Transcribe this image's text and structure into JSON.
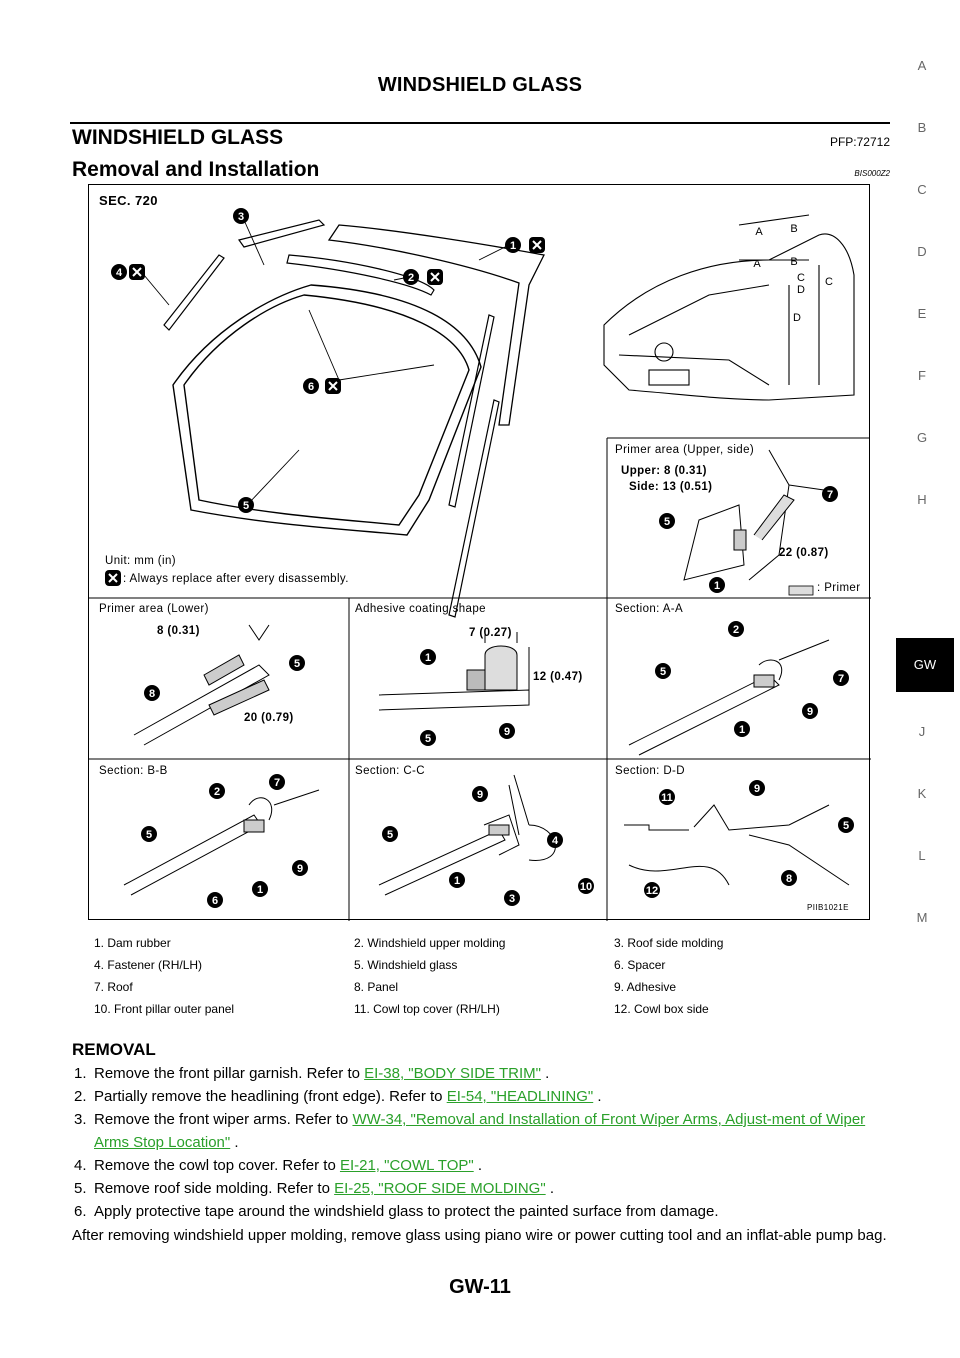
{
  "header": {
    "title": "WINDSHIELD GLASS"
  },
  "section": {
    "title": "WINDSHIELD GLASS",
    "pfp": "PFP:72712"
  },
  "subsection": {
    "title": "Removal and Installation",
    "code": "BIS000Z2"
  },
  "side_tabs": [
    "A",
    "B",
    "C",
    "D",
    "E",
    "F",
    "G",
    "H",
    "GW",
    "J",
    "K",
    "L",
    "M"
  ],
  "active_tab": "GW",
  "figure": {
    "sec": "SEC. 720",
    "unit": "Unit: mm (in)",
    "replace_note": ": Always replace after every disassembly.",
    "primer_upper_title": "Primer area (Upper, side)",
    "primer_upper_dim1": "Upper: 8 (0.31)",
    "primer_upper_dim2": "Side: 13 (0.51)",
    "primer_upper_dim3": "22 (0.87)",
    "primer_key": ": Primer",
    "primer_lower_title": "Primer area (Lower)",
    "primer_lower_dim1": "8 (0.31)",
    "primer_lower_dim2": "20 (0.79)",
    "adhesive_title": "Adhesive coating shape",
    "adhesive_dim1": "7 (0.27)",
    "adhesive_dim2": "12 (0.47)",
    "section_aa": "Section: A-A",
    "section_bb": "Section: B-B",
    "section_cc": "Section: C-C",
    "section_dd": "Section: D-D",
    "fig_code": "PIIB1021E",
    "car_labels": [
      "A",
      "B",
      "A",
      "B",
      "C",
      "D",
      "C",
      "D"
    ]
  },
  "legend": [
    [
      "1.   Dam rubber",
      "2.   Windshield upper molding",
      "3.   Roof side molding"
    ],
    [
      "4.   Fastener (RH/LH)",
      "5.   Windshield glass",
      "6.   Spacer"
    ],
    [
      "7.   Roof",
      "8.   Panel",
      "9.   Adhesive"
    ],
    [
      "10.  Front pillar outer panel",
      "11.  Cowl top cover (RH/LH)",
      "12.  Cowl box side"
    ]
  ],
  "removal": {
    "heading": "REMOVAL",
    "steps": [
      {
        "num": "1.",
        "text": "Remove the front pillar garnish. Refer to ",
        "link": "EI-38, \"BODY SIDE TRIM\"",
        "after": " ."
      },
      {
        "num": "2.",
        "text": "Partially remove the headlining (front edge). Refer to ",
        "link": "EI-54, \"HEADLINING\"",
        "after": " ."
      },
      {
        "num": "3.",
        "text": "Remove the front wiper arms. Refer to ",
        "link": "WW-34, \"Removal and Installation of Front Wiper Arms, Adjust-ment of Wiper Arms Stop Location\"",
        "after": " ."
      },
      {
        "num": "4.",
        "text": "Remove the cowl top cover. Refer to ",
        "link": "EI-21, \"COWL TOP\"",
        "after": " ."
      },
      {
        "num": "5.",
        "text": "Remove roof side molding. Refer to ",
        "link": "EI-25, \"ROOF SIDE MOLDING\"",
        "after": " ."
      },
      {
        "num": "6.",
        "text": "Apply protective tape around the windshield glass to protect the painted surface from damage.",
        "link": "",
        "after": ""
      }
    ],
    "paragraph": "After removing windshield upper molding, remove glass using piano wire or power cutting tool and an inflat-able pump bag."
  },
  "page_number": "GW-11",
  "colors": {
    "link": "#2aa02a",
    "tab_active_bg": "#000000"
  }
}
